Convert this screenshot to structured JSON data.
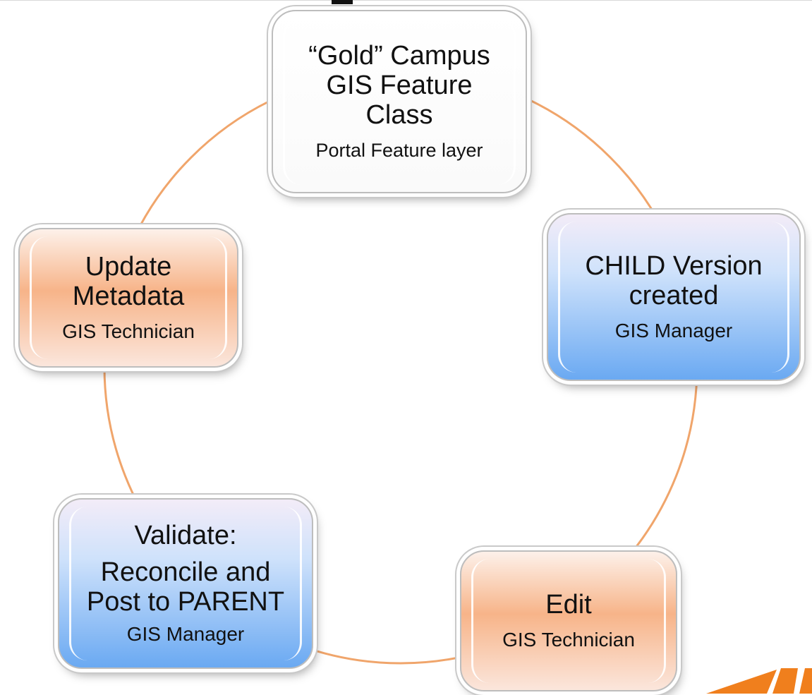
{
  "diagram": {
    "nodes": [
      {
        "id": "gold",
        "title": "“Gold” Campus GIS Feature Class",
        "subtitle": "Portal Feature layer"
      },
      {
        "id": "child",
        "title": "CHILD Version created",
        "subtitle": "GIS Manager"
      },
      {
        "id": "edit",
        "title": "Edit",
        "subtitle": "GIS Technician"
      },
      {
        "id": "validate",
        "title": "Validate:",
        "title2": "Reconcile and Post to PARENT",
        "subtitle": "GIS Manager"
      },
      {
        "id": "metadata",
        "title": "Update Metadata",
        "subtitle": "GIS Technician"
      }
    ],
    "connector_color": "#f0a56b"
  }
}
